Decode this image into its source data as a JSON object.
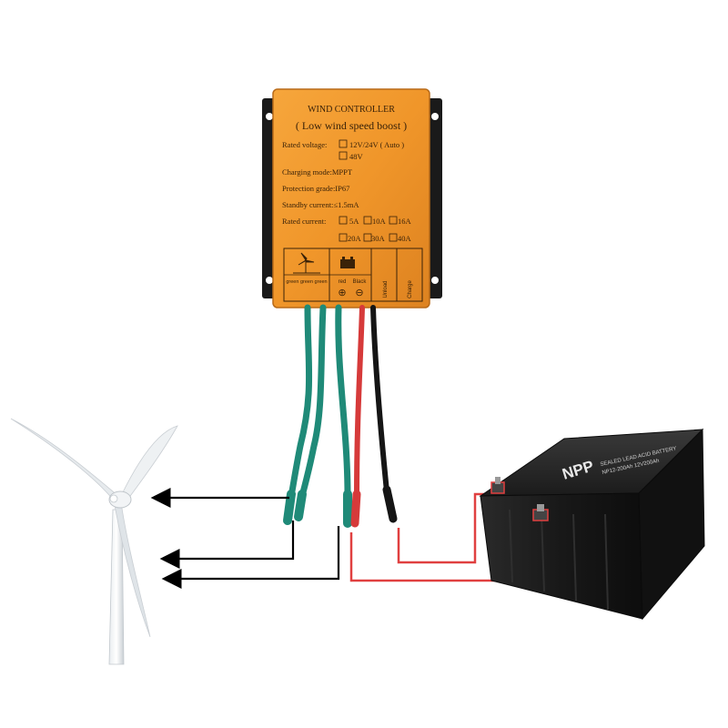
{
  "controller": {
    "title": "WIND CONTROLLER",
    "subtitle": "( Low wind speed boost )",
    "rated_voltage_label": "Rated voltage:",
    "voltage_option_1": "12V/24V ( Auto )",
    "voltage_option_2": "48V",
    "charging_mode": "Charging mode:MPPT",
    "protection_grade": "Protection grade:IP67",
    "standby_current": "Standby current:≤1.5mA",
    "rated_current_label": "Rated current:",
    "current_options_row1": [
      "5A",
      "10A",
      "16A"
    ],
    "current_options_row2": [
      "20A",
      "30A",
      "40A"
    ],
    "terminal_labels": {
      "green_wires": "green green green",
      "red": "red",
      "black": "Black",
      "unload": "Unload",
      "charge": "Charge"
    },
    "body_color": "#f0962a"
  },
  "battery": {
    "brand": "NPP",
    "model_text": "SEALED LEAD ACID BATTERY",
    "spec_text": "NP12-200Ah 12V200Ah",
    "body_color": "#1c1c1c"
  },
  "wires": {
    "green": "#1f8a78",
    "red": "#d63a3a",
    "black": "#151515",
    "pointer_color": "#000000",
    "battery_link_color": "#e04040"
  }
}
